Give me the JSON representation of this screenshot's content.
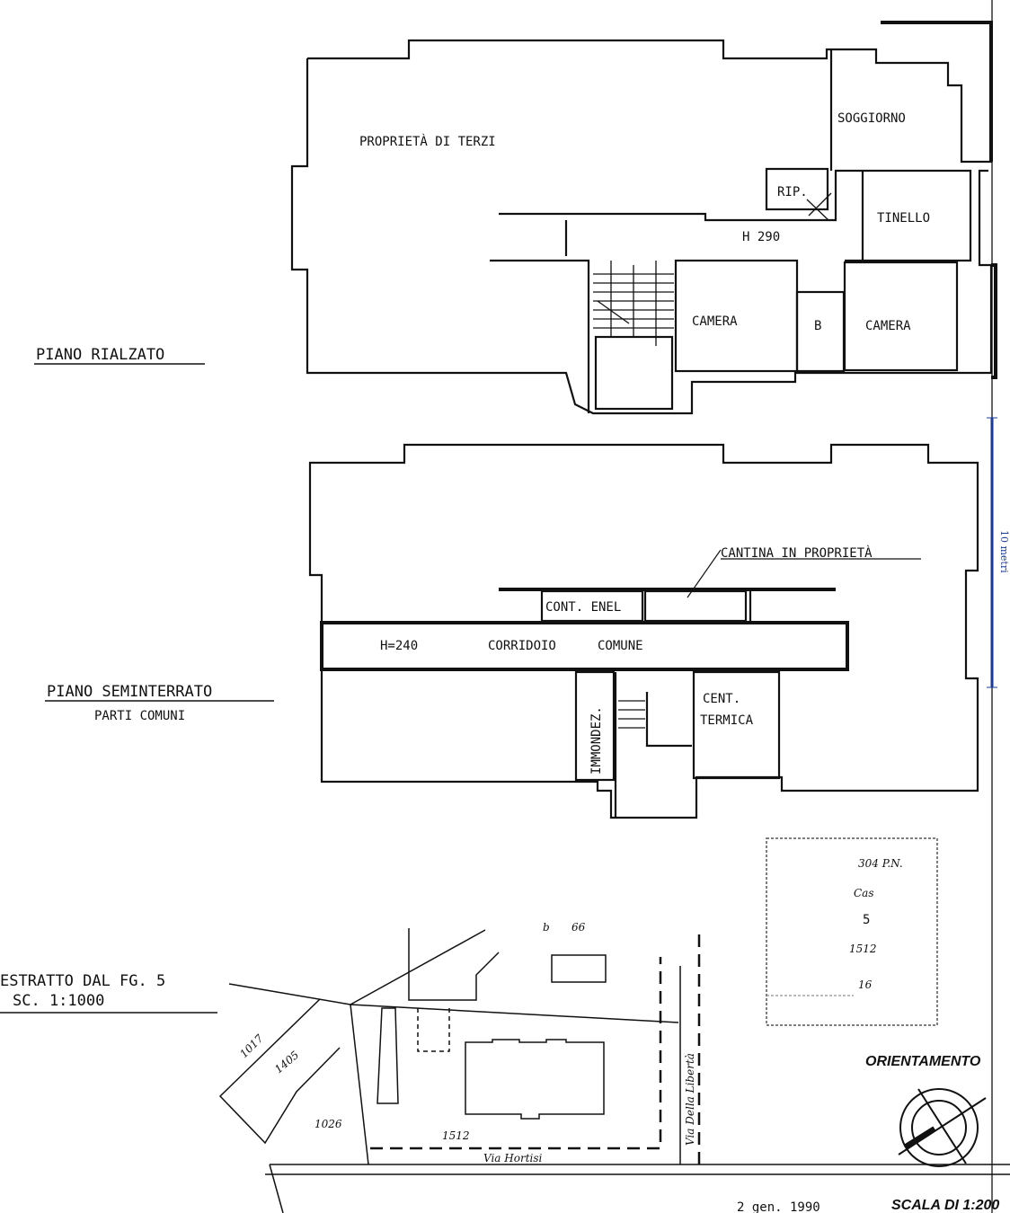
{
  "piano_rialzato": {
    "title": "PIANO RIALZATO",
    "rooms": {
      "terzi": "PROPRIETÀ DI TERZI",
      "soggiorno": "SOGGIORNO",
      "rip": "RIP.",
      "tinello": "TINELLO",
      "height": "H 290",
      "camera1": "CAMERA",
      "bagno": "B",
      "camera2": "CAMERA"
    }
  },
  "piano_seminterrato": {
    "title": "PIANO SEMINTERRATO",
    "subtitle": "PARTI COMUNI",
    "rooms": {
      "cantina": "CANTINA IN PROPRIETÀ",
      "enel": "CONT. ENEL",
      "height": "H=240",
      "corridoio": "CORRIDOIO",
      "comune": "COMUNE",
      "immondez": "IMMONDEZ.",
      "cent": "CENT.",
      "termica": "TERMICA"
    }
  },
  "estratto": {
    "title": "ESTRATTO DAL FG. 5",
    "scale": "SC. 1:1000",
    "parcels": [
      "b",
      "66",
      "1017",
      "1405",
      "1026",
      "1512"
    ],
    "streets": [
      "Via Hortisi",
      "Via Della Libertà"
    ]
  },
  "stamp": {
    "line1": "304 P.N.",
    "line2": "Cas",
    "line3": "5",
    "line4": "1512",
    "line5": "16"
  },
  "orientamento": "ORIENTAMENTO",
  "scala": "SCALA DI 1:200",
  "scala_prefix": "2 gen. 1990",
  "ruler": "10 metri"
}
